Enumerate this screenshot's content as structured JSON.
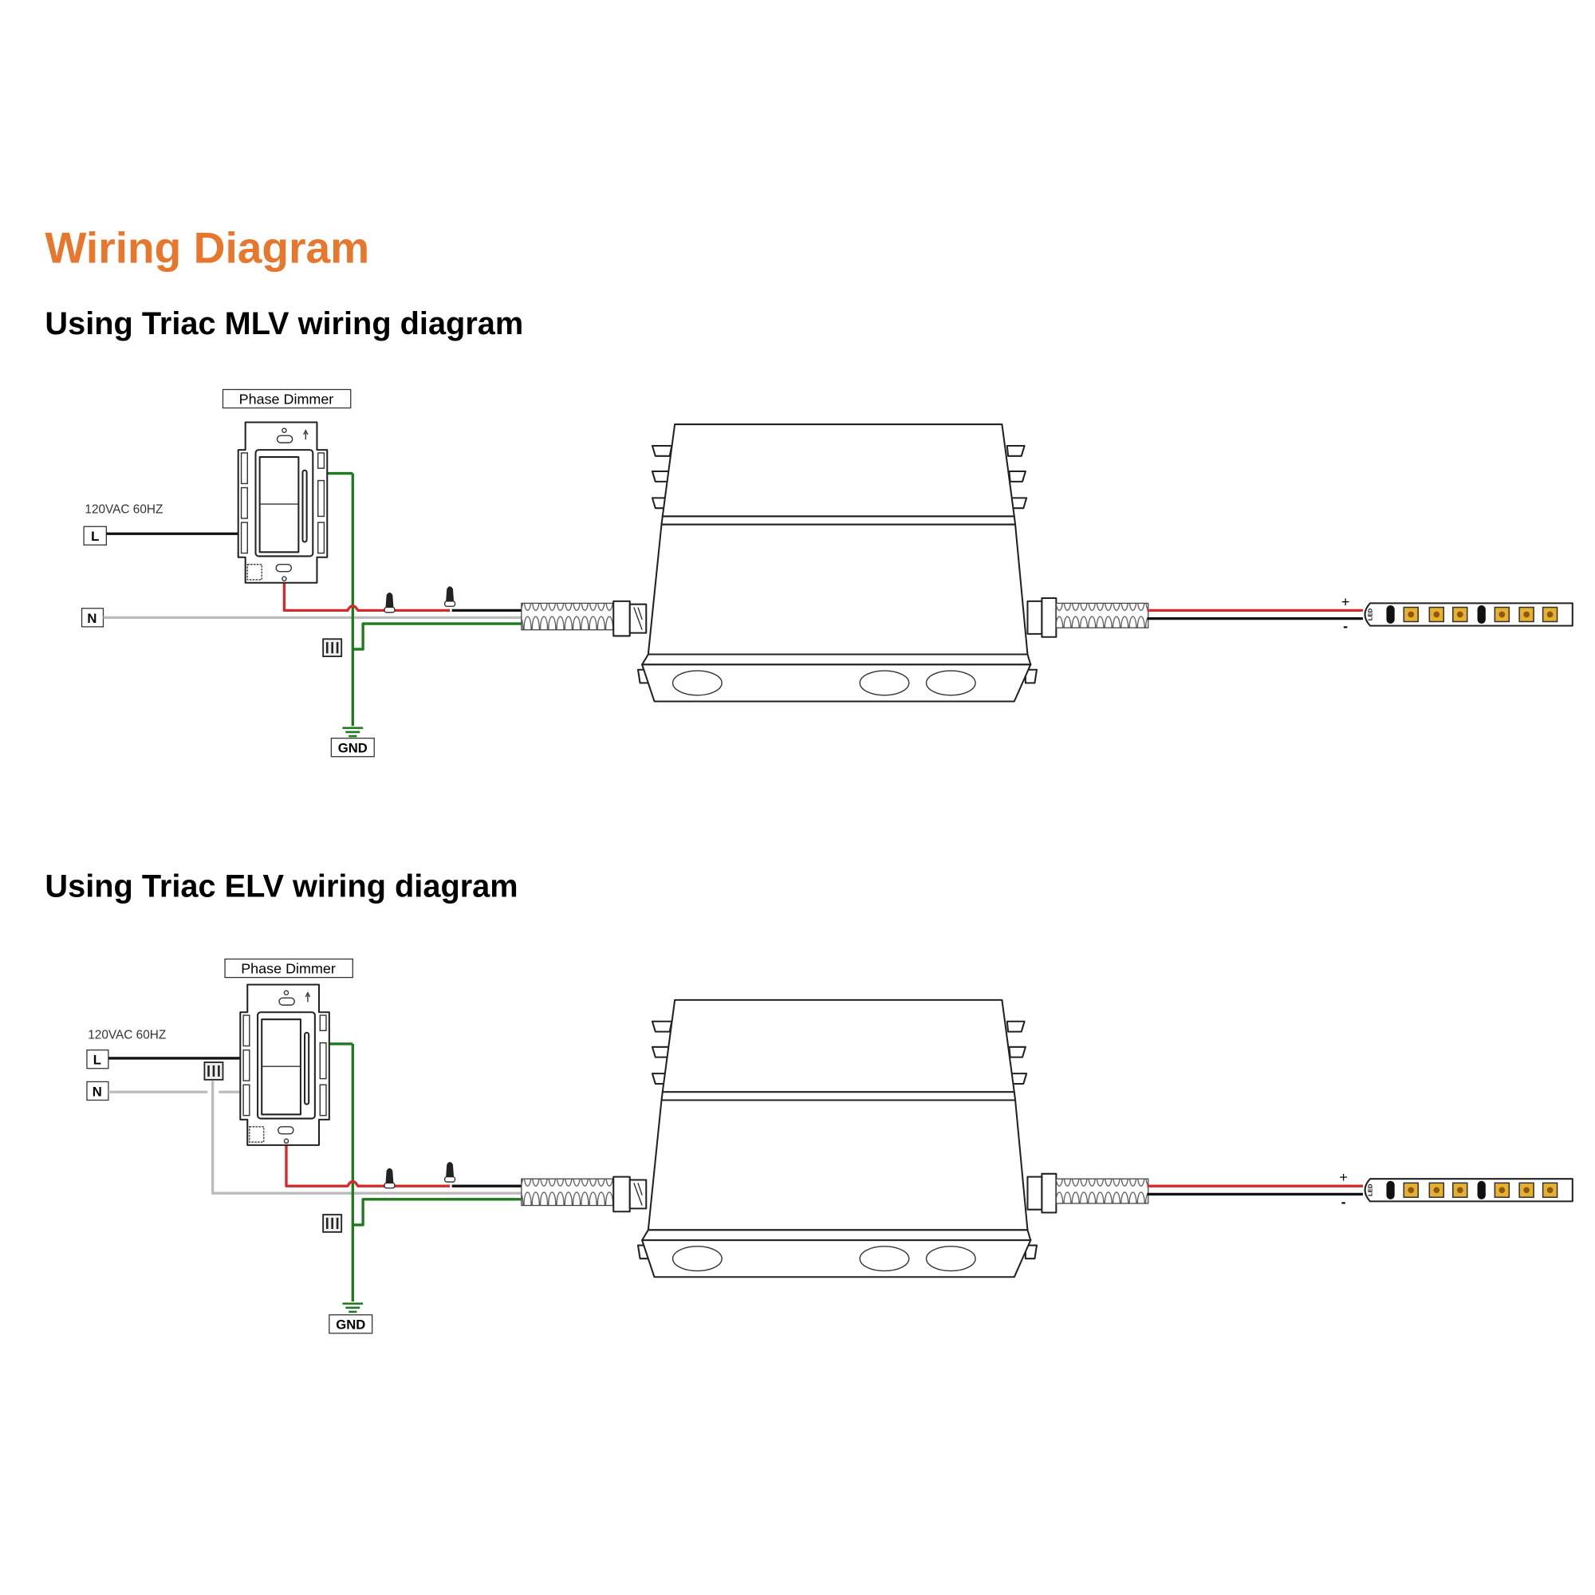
{
  "page": {
    "title": "Wiring Diagram",
    "title_color": "#E8772E"
  },
  "diagrams": [
    {
      "heading": "Using Triac MLV wiring diagram",
      "dimmer_label": "Phase Dimmer",
      "supply_label": "120VAC 60HZ",
      "line_label": "L",
      "neutral_label": "N",
      "ground_label": "GND",
      "plus_label": "+",
      "minus_label": "-",
      "strip_label": "LED"
    },
    {
      "heading": "Using Triac ELV wiring diagram",
      "dimmer_label": "Phase Dimmer",
      "supply_label": "120VAC 60HZ",
      "line_label": "L",
      "neutral_label": "N",
      "ground_label": "GND",
      "plus_label": "+",
      "minus_label": "-",
      "strip_label": "LED"
    }
  ],
  "colors": {
    "line_wire": "#111111",
    "neutral_wire": "#BBBBBB",
    "dimmed_hot_wire": "#D42A2A",
    "ground_wire": "#1E7A1E",
    "led_chip": "#E8B030"
  }
}
